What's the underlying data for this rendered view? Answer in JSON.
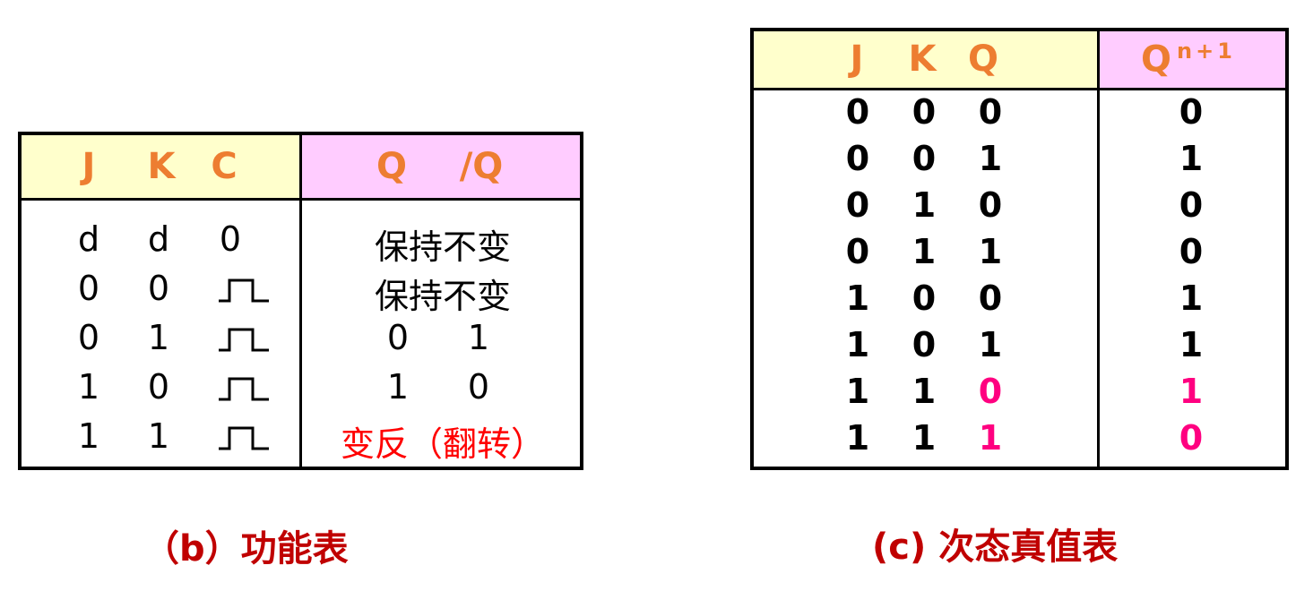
{
  "function_table": {
    "header_left": [
      "J",
      "K",
      "C"
    ],
    "header_right": [
      "Q",
      "/Q"
    ],
    "header_left_bg": "#ffffcc",
    "header_right_bg": "#ffccff",
    "rows": [
      {
        "j": "d",
        "k": "d",
        "c": "0",
        "q": "保持不变",
        "nq": ""
      },
      {
        "j": "0",
        "k": "0",
        "c": "pulse",
        "q": "保持不变",
        "nq": ""
      },
      {
        "j": "0",
        "k": "1",
        "c": "pulse",
        "q": "0",
        "nq": "1"
      },
      {
        "j": "1",
        "k": "0",
        "c": "pulse",
        "q": "1",
        "nq": "0"
      },
      {
        "j": "1",
        "k": "1",
        "c": "pulse",
        "q": "变反（翻转）",
        "nq": ""
      }
    ],
    "caption": "（b）功能表"
  },
  "next_state_table": {
    "header_left": [
      "J",
      "K",
      "Q"
    ],
    "header_right_main": "Q",
    "header_right_sup": "n+1",
    "rows": [
      {
        "j": "0",
        "k": "0",
        "q": "0",
        "qn1": "0"
      },
      {
        "j": "0",
        "k": "0",
        "q": "1",
        "qn1": "1"
      },
      {
        "j": "0",
        "k": "1",
        "q": "0",
        "qn1": "0"
      },
      {
        "j": "0",
        "k": "1",
        "q": "1",
        "qn1": "0"
      },
      {
        "j": "1",
        "k": "0",
        "q": "0",
        "qn1": "1"
      },
      {
        "j": "1",
        "k": "0",
        "q": "1",
        "qn1": "1"
      },
      {
        "j": "1",
        "k": "1",
        "q": "0",
        "qn1": "1"
      },
      {
        "j": "1",
        "k": "1",
        "q": "1",
        "qn1": "0"
      }
    ],
    "caption": "(c) 次态真值表"
  },
  "colors": {
    "header_text": "#ed7d31",
    "highlight_red": "#ff0000",
    "highlight_pink": "#ff0080",
    "caption": "#c00000"
  }
}
